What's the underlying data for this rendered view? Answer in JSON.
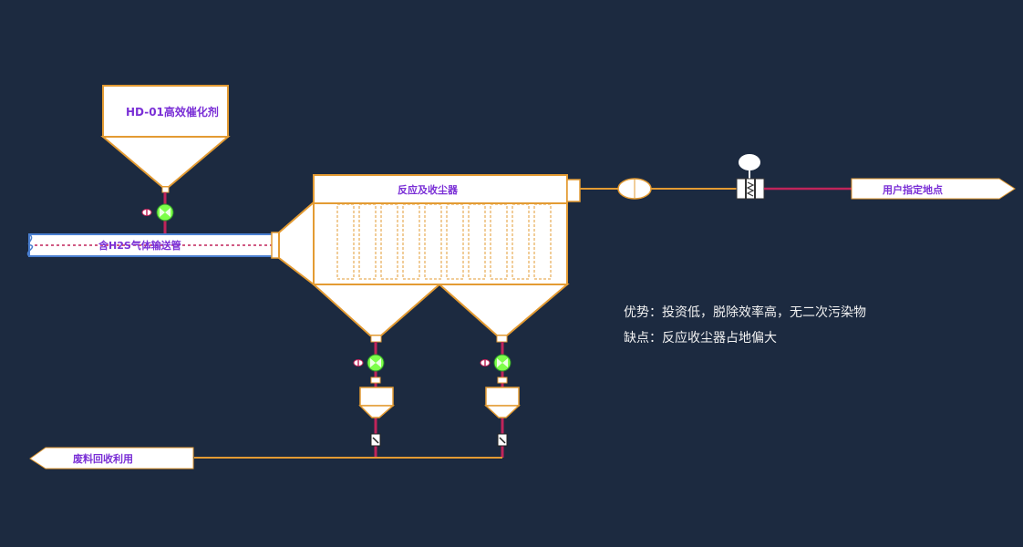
{
  "labels": {
    "catalyst_hopper": "HD-01高效催化剂",
    "gas_pipe": "含H2S气体输送管",
    "collector": "反应及收尘器",
    "user_destination": "用户指定地点",
    "waste_recycle": "废料回收利用"
  },
  "notes": {
    "advantages": "优势：投资低，脱除效率高，无二次污染物",
    "disadvantages": "缺点：反应收尘器占地偏大"
  },
  "colors": {
    "background": "#1c2a40",
    "outline": "#e39b33",
    "pipe_magenta": "#c0245a",
    "label_purple": "#7a2fd6",
    "valve_green": "#7dff4a",
    "gas_pipe_border": "#4a7fd0"
  }
}
